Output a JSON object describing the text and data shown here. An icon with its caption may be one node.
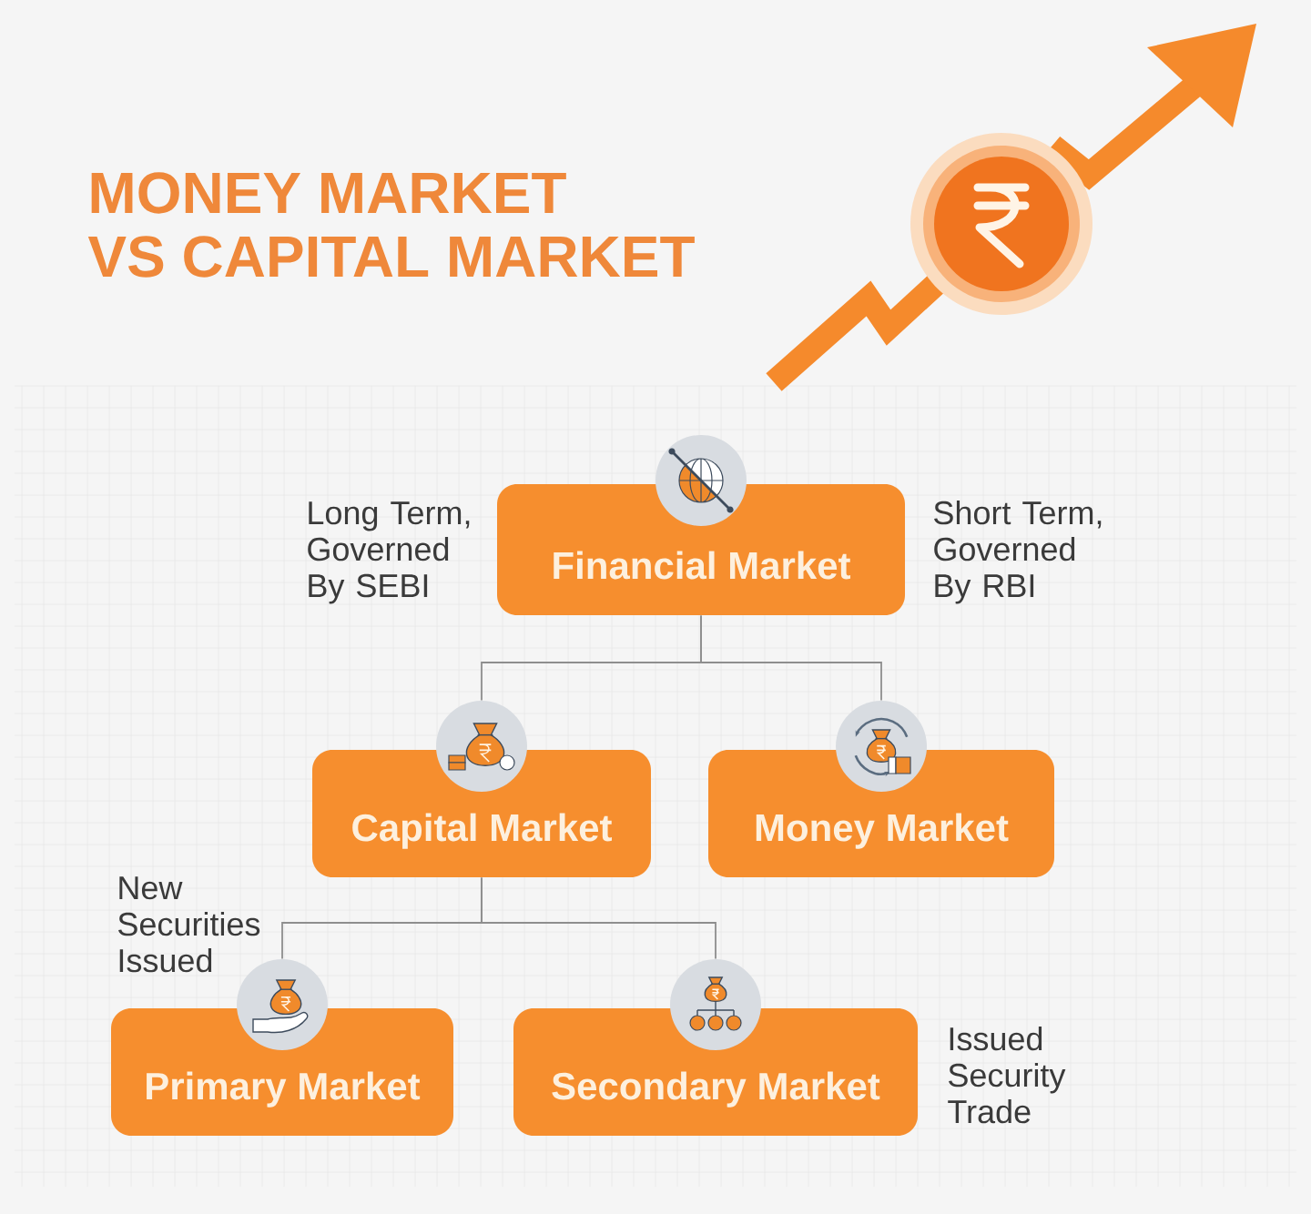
{
  "diagram": {
    "title": "MONEY MARKET VS CAPITAL MARKET",
    "nodes": [
      {
        "text": [
          "Financial Market"
        ]
      },
      {
        "text": [
          "Capital Market"
        ]
      },
      {
        "text": [
          "Money Market"
        ]
      },
      {
        "text": [
          "Primary Market"
        ],
        "beside": [
          "New Securities Issued"
        ]
      },
      {
        "text": [
          "Secondary Market"
        ],
        "beside": [
          "Issued Security Trade"
        ]
      }
    ],
    "edges": [
      {
        "from": 0,
        "to": 1,
        "arrow": "none"
      },
      {
        "from": 0,
        "to": 2,
        "arrow": "none"
      },
      {
        "from": 1,
        "to": 3,
        "arrow": "none"
      },
      {
        "from": 1,
        "to": 4,
        "arrow": "none"
      }
    ],
    "labels": [
      "Long Term, Governed By SEBI",
      "Short Term, Governed By RBI"
    ]
  }
}
